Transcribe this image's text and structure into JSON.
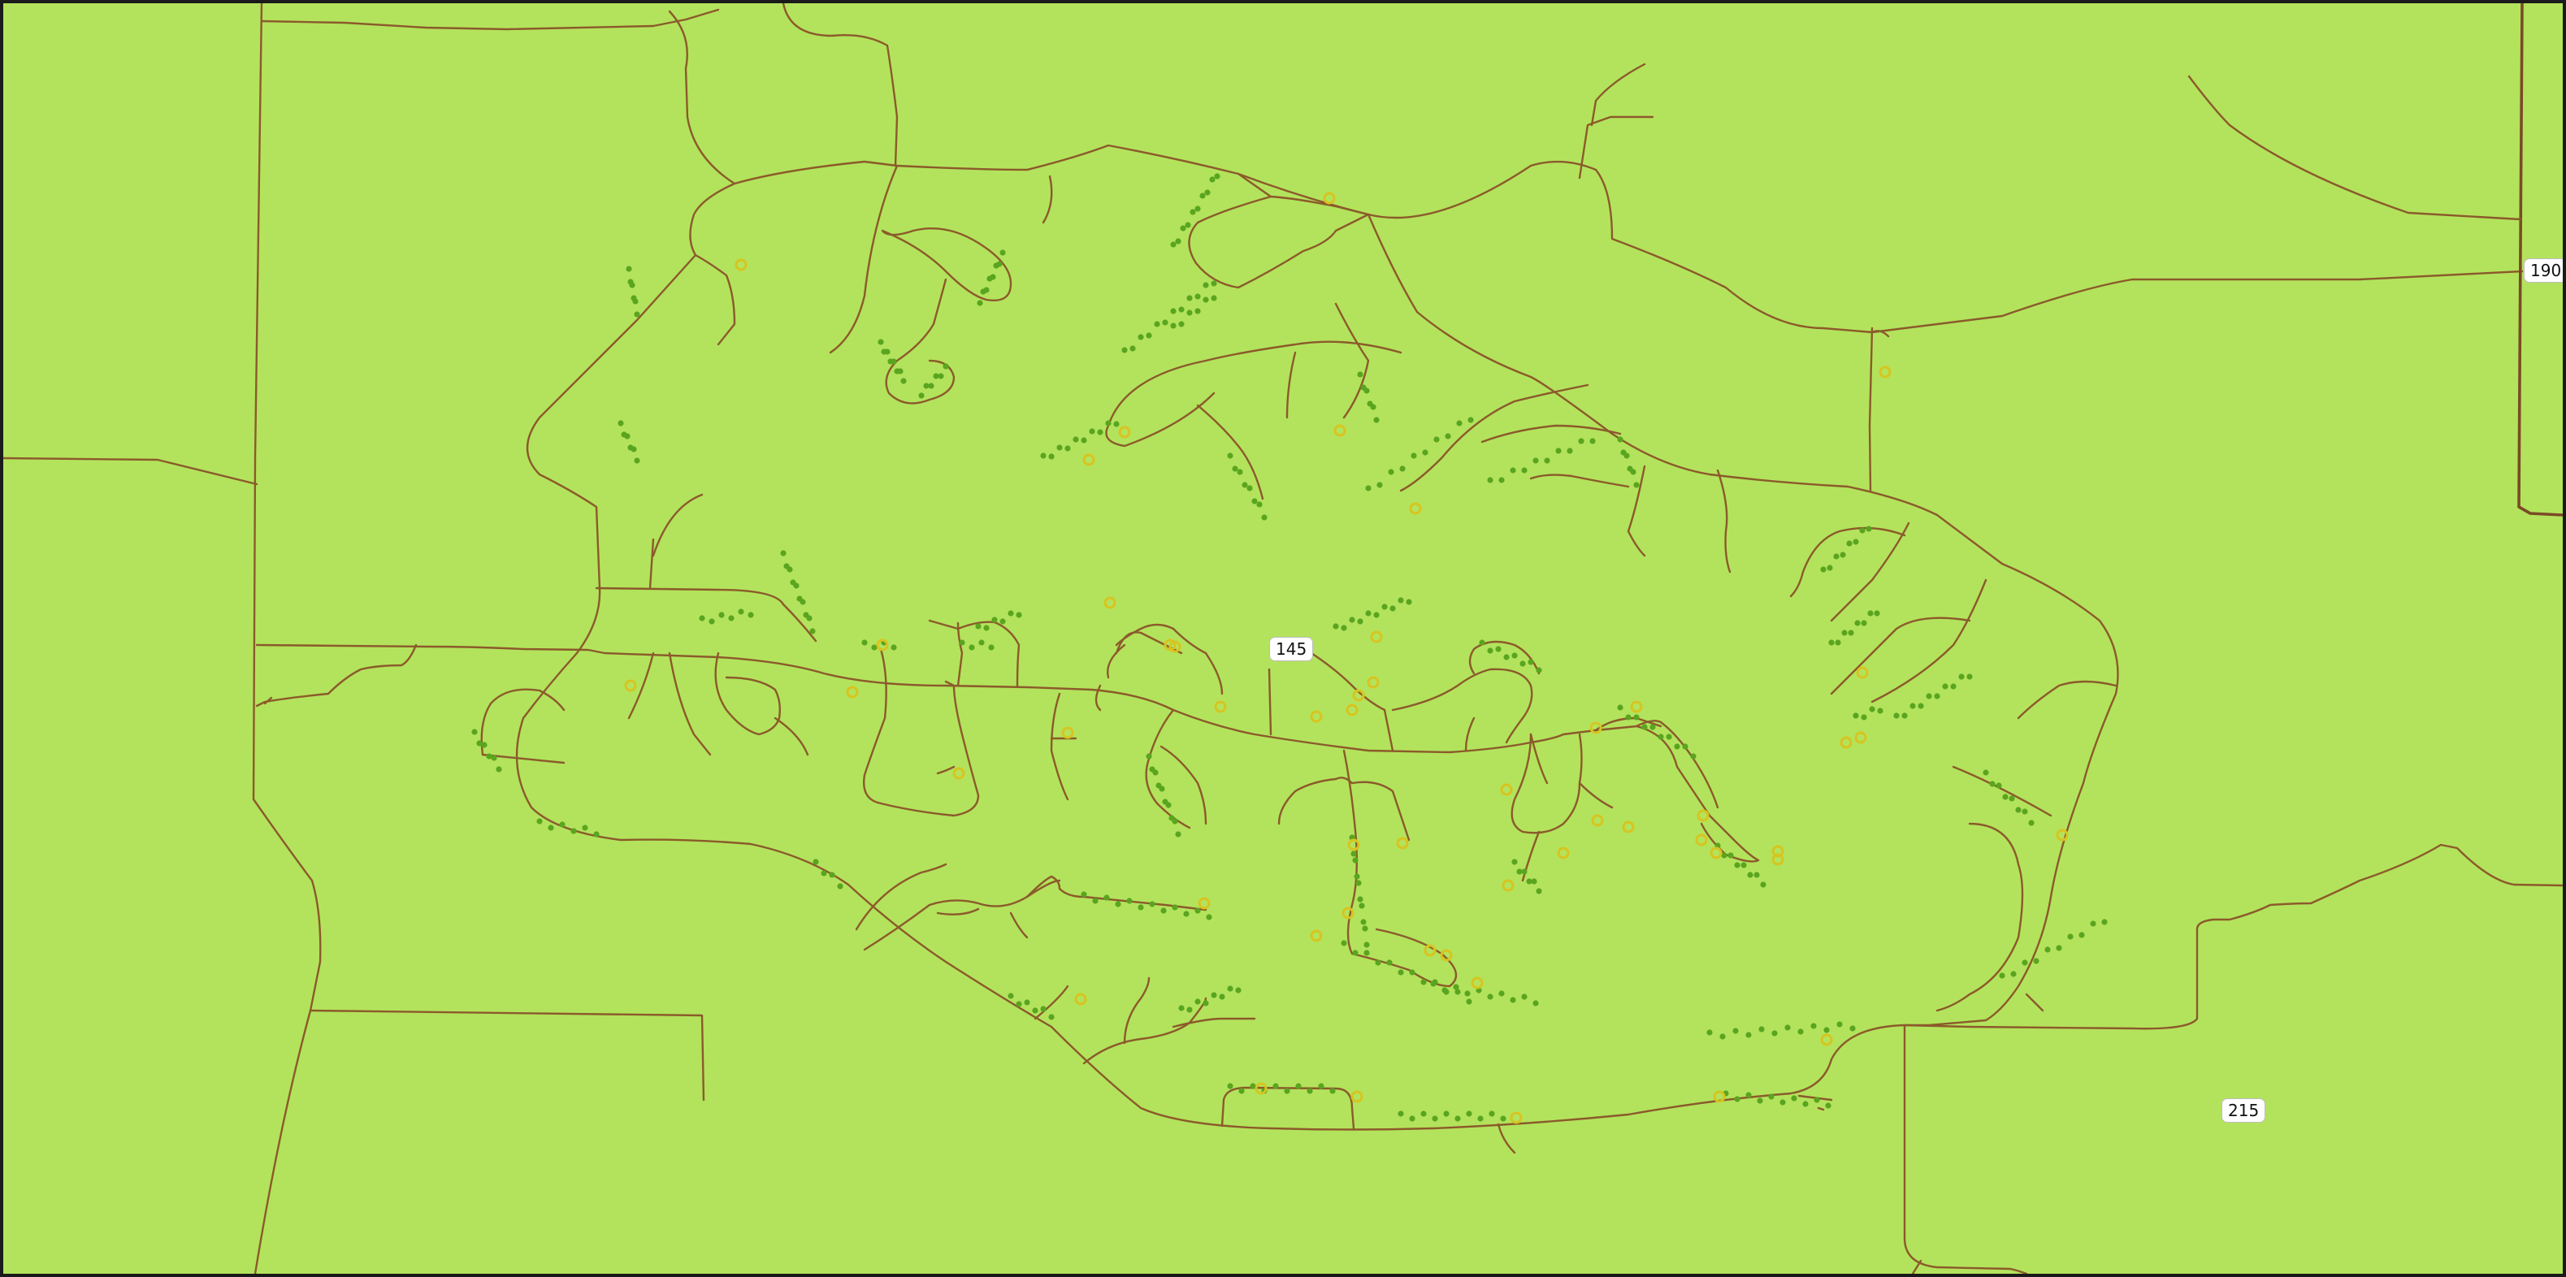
{
  "map": {
    "background_color": "#b3e35c",
    "road_color": "#8b5a2b",
    "point_color": "#5aa51f",
    "marker_color": "#d8c41f",
    "route_labels": [
      {
        "id": "190",
        "text": "190"
      },
      {
        "id": "145",
        "text": "145"
      },
      {
        "id": "215",
        "text": "215"
      }
    ]
  }
}
